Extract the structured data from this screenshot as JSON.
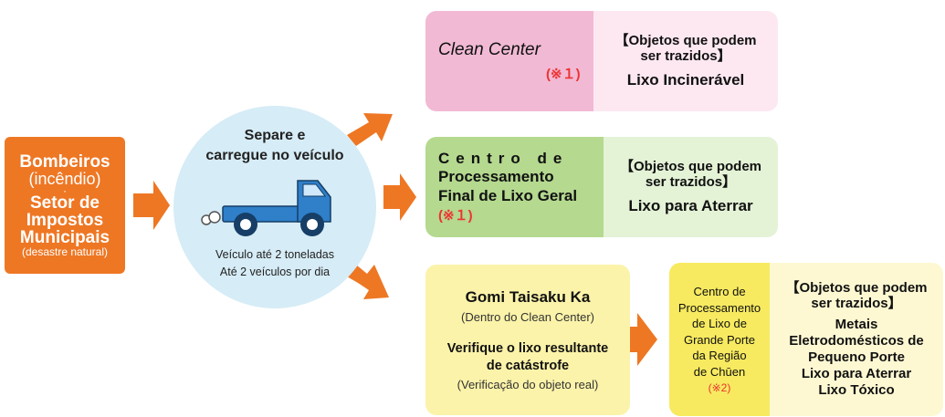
{
  "source": {
    "line1": "Bombeiros",
    "line2": "(incêndio)",
    "dot": "·",
    "line3": "Setor de",
    "line4": "Impostos",
    "line5": "Municipais",
    "line6": "(desastre natural)"
  },
  "transport": {
    "title_line1": "Separe e",
    "title_line2": "carregue no veículo",
    "limit_line1": "Veículo até 2 toneladas",
    "limit_line2": "Até 2 veículos por dia"
  },
  "clean_center": {
    "name": "Clean Center",
    "note": "(※１)",
    "objects_line1": "【Objetos que podem",
    "objects_line2": "ser trazidos】",
    "item": "Lixo Incinerável"
  },
  "centro": {
    "line1": "Centro de",
    "line2": "Processamento",
    "line3": "Final de Lixo Geral",
    "note": "(※１)",
    "objects_line1": "【Objetos que podem",
    "objects_line2": "ser trazidos】",
    "item": "Lixo para Aterrar"
  },
  "gomi": {
    "title": "Gomi Taisaku Ka",
    "sub": "(Dentro do Clean Center)",
    "verify_line1": "Verifique o lixo resultante",
    "verify_line2": "de catástrofe",
    "verify_sub": "(Verificação do objeto real)"
  },
  "grande": {
    "line1": "Centro de",
    "line2": "Processamento",
    "line3": "de Lixo de",
    "line4": "Grande Porte",
    "line5": "da Região",
    "line6": "de Chūen",
    "note": "(※2)",
    "objects_line1": "【Objetos que podem",
    "objects_line2": "ser trazidos】",
    "items": [
      "Metais",
      "Eletrodomésticos de",
      "Pequeno Porte",
      "Lixo para Aterrar",
      "Lixo Tóxico"
    ]
  },
  "colors": {
    "orange": "#ee7724",
    "pink": "#f1b9d4",
    "green": "#b4d98f",
    "yellow": "#f7ea60",
    "truck_blue": "#2f7fc9",
    "note_red": "#e33333"
  },
  "icons": [
    "truck-icon",
    "arrow-icon"
  ]
}
